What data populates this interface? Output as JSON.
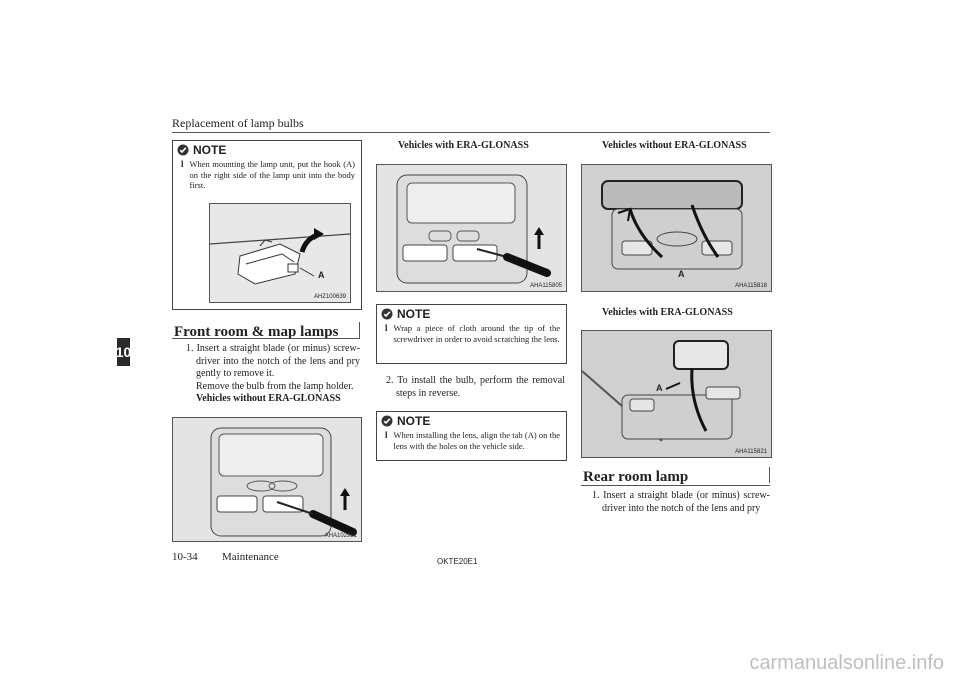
{
  "header": {
    "title": "Replacement of lamp bulbs",
    "tab": "10"
  },
  "note1": {
    "label": "NOTE",
    "text": "When mounting the lamp unit, put the hook (A) on the right side of the lamp unit into the body first."
  },
  "fig1": {
    "code": "AHZ100639",
    "label": "A"
  },
  "section1": {
    "heading": "Front room & map lamps",
    "step1": "1. Insert a straight blade (or minus) screw-driver into the notch of the lens and pry gently to remove it.",
    "step1b": "Remove the bulb from the lamp holder.",
    "caption": "Vehicles without ERA-GLONASS"
  },
  "fig2": {
    "code": "AHA102931"
  },
  "col2": {
    "caption": "Vehicles with ERA-GLONASS",
    "fig_code": "AHA115805",
    "note2": {
      "label": "NOTE",
      "text": "Wrap a piece of cloth around the tip of the screwdriver in order to avoid scratching the lens."
    },
    "step2": "2. To install the bulb, perform the removal steps in reverse.",
    "note3": {
      "label": "NOTE",
      "text": "When installing the lens, align the tab (A) on the lens with the holes on the vehicle side."
    }
  },
  "col3": {
    "caption1": "Vehicles without ERA-GLONASS",
    "fig1_code": "AHA115818",
    "fig1_label": "A",
    "caption2": "Vehicles with ERA-GLONASS",
    "fig2_code": "AHA115821",
    "fig2_label": "A",
    "heading": "Rear room lamp",
    "step1": "1. Insert a straight blade (or minus) screw-driver into the notch of the lens and pry"
  },
  "footer": {
    "page": "10-34",
    "section": "Maintenance",
    "code": "OKTE20E1",
    "watermark": "carmanualsonline.info"
  }
}
